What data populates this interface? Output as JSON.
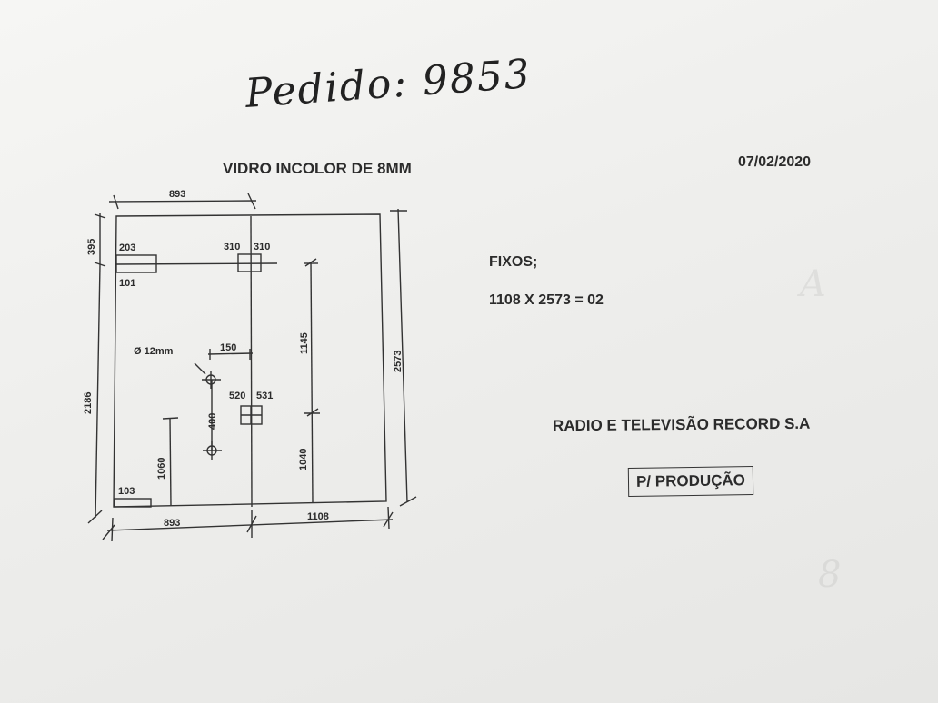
{
  "handwritten_order": "Pedido: 9853",
  "title": "VIDRO INCOLOR DE 8MM",
  "date": "07/02/2020",
  "fixos_label": "FIXOS;",
  "quantity_line": "1108 X 2573 = 02",
  "client": "RADIO E TELEVISÃO RECORD S.A",
  "stamp": "P/ PRODUÇÃO",
  "dimensions": {
    "top_width": "893",
    "top_offset": "395",
    "label_203": "203",
    "label_101": "101",
    "label_310_left": "310",
    "label_310_right": "310",
    "hole_diameter": "Ø 12mm",
    "label_150": "150",
    "label_1145": "1145",
    "label_2573": "2573",
    "label_2186": "2186",
    "label_520": "520",
    "label_531": "531",
    "label_400": "400",
    "label_1060": "1060",
    "label_1040": "1040",
    "label_103": "103",
    "bottom_left": "893",
    "bottom_right": "1108"
  },
  "colors": {
    "ink": "#2b2b2b",
    "paper": "#f1f1ef"
  }
}
